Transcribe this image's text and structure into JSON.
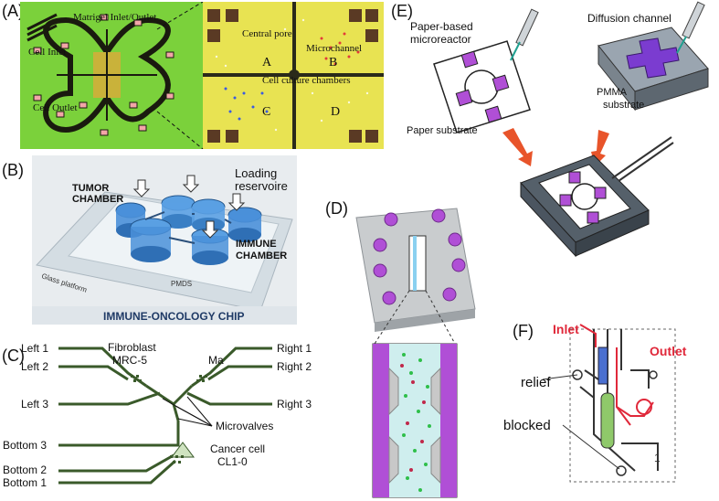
{
  "panels": {
    "A": {
      "letter": "(A)",
      "labels": {
        "matrigel": "Matrigel Inlet/Outlet",
        "cell_inlet": "Cell Inlet",
        "cell_outlet": "Cell Outlet",
        "microchannel": "Microchannel",
        "central_pore": "Central pore",
        "cell_culture": "Cell culture chambers",
        "quad_a": "A",
        "quad_b": "B",
        "quad_c": "C",
        "quad_d": "D"
      }
    },
    "B": {
      "letter": "(B)",
      "labels": {
        "tumor": "TUMOR",
        "tumor2": "CHAMBER",
        "loading": "Loading",
        "loading2": "reservoire",
        "immune": "IMMUNE",
        "immune2": "CHAMBER",
        "glass": "Glass platform",
        "pmds": "PMDS",
        "title": "IMMUNE-ONCOLOGY CHIP"
      }
    },
    "C": {
      "letter": "(C)",
      "labels": {
        "left1": "Left 1",
        "left2": "Left 2",
        "left3": "Left 3",
        "bottom3": "Bottom 3",
        "bottom2": "Bottom 2",
        "bottom1": "Bottom 1",
        "fibroblast": "Fibroblast",
        "mrc5": "MRC-5",
        "ma": "Ma",
        "right1": "Right 1",
        "right2": "Right 2",
        "right3": "Right 3",
        "microvalves": "Microvalves",
        "cancer": "Cancer cell",
        "cl10": "CL1-0"
      }
    },
    "D": {
      "letter": "(D)"
    },
    "E": {
      "letter": "(E)",
      "labels": {
        "paper_micro1": "Paper-based",
        "paper_micro2": "microreactor",
        "paper_sub": "Paper substrate",
        "diffusion": "Diffusion channel",
        "pmma": "PMMA",
        "pmma_sub": "substrate"
      }
    },
    "F": {
      "letter": "(F)",
      "labels": {
        "inlet": "Inlet",
        "outlet": "Outlet",
        "relief": "relief",
        "blocked": "blocked",
        "chip_mark": "1"
      }
    }
  },
  "colors": {
    "chip_green": "#7bd13b",
    "channel_dark": "#2a2a1a",
    "chamber_blue": "#4a90d9",
    "purple": "#b04fd6",
    "red_arrow": "#e8542a",
    "inlet_red": "#e0283a"
  }
}
